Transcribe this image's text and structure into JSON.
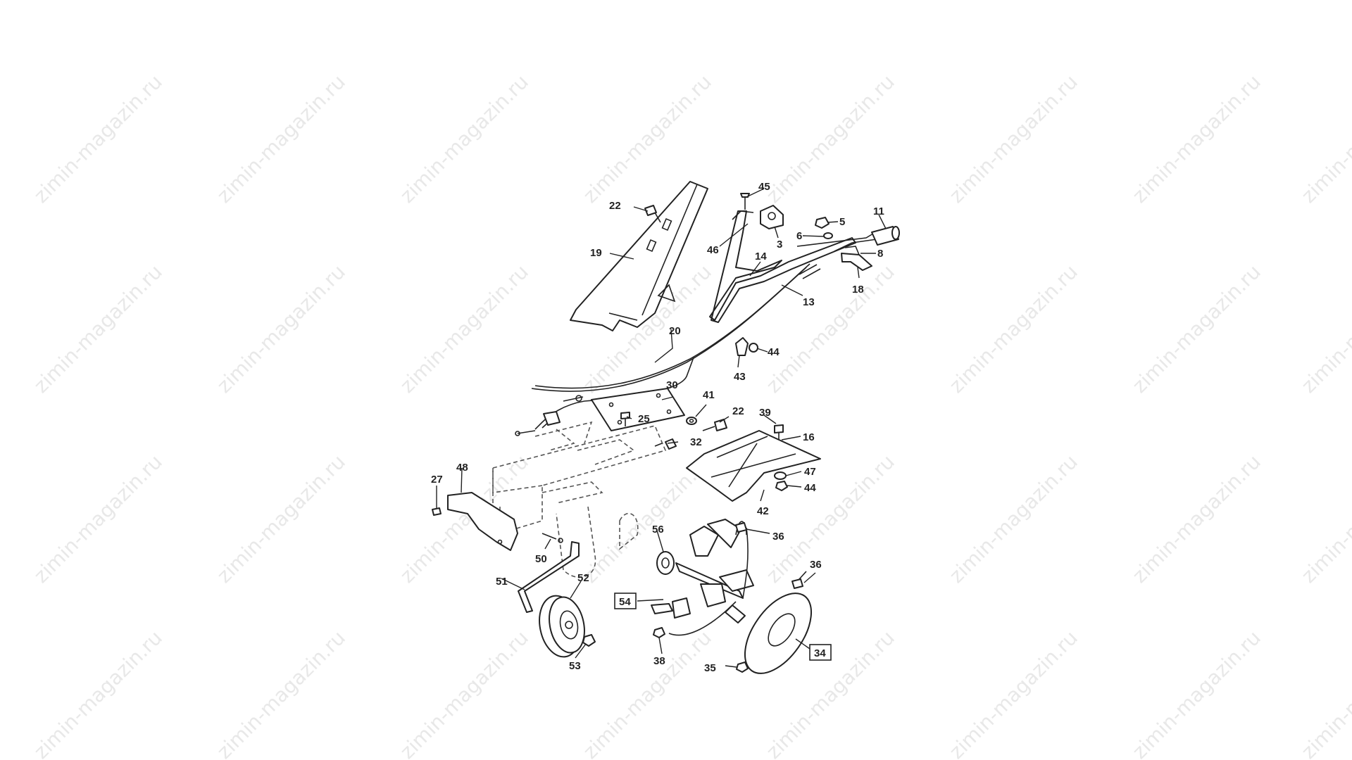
{
  "watermark": {
    "text": "zimin-magazin.ru"
  },
  "callouts": {
    "c3": "3",
    "c5": "5",
    "c6": "6",
    "c8": "8",
    "c11": "11",
    "c13": "13",
    "c14": "14",
    "c16": "16",
    "c18": "18",
    "c19": "19",
    "c20": "20",
    "c22a": "22",
    "c22b": "22",
    "c25": "25",
    "c27": "27",
    "c30": "30",
    "c32": "32",
    "c34": "34",
    "c35": "35",
    "c36a": "36",
    "c36b": "36",
    "c38": "38",
    "c39": "39",
    "c41": "41",
    "c42": "42",
    "c43": "43",
    "c44a": "44",
    "c44b": "44",
    "c45": "45",
    "c46": "46",
    "c47": "47",
    "c48": "48",
    "c50": "50",
    "c51": "51",
    "c52": "52",
    "c53": "53",
    "c54": "54",
    "c56": "56"
  },
  "colors": {
    "line": "#222222",
    "watermark": "#e8e8e8",
    "background": "#ffffff"
  }
}
